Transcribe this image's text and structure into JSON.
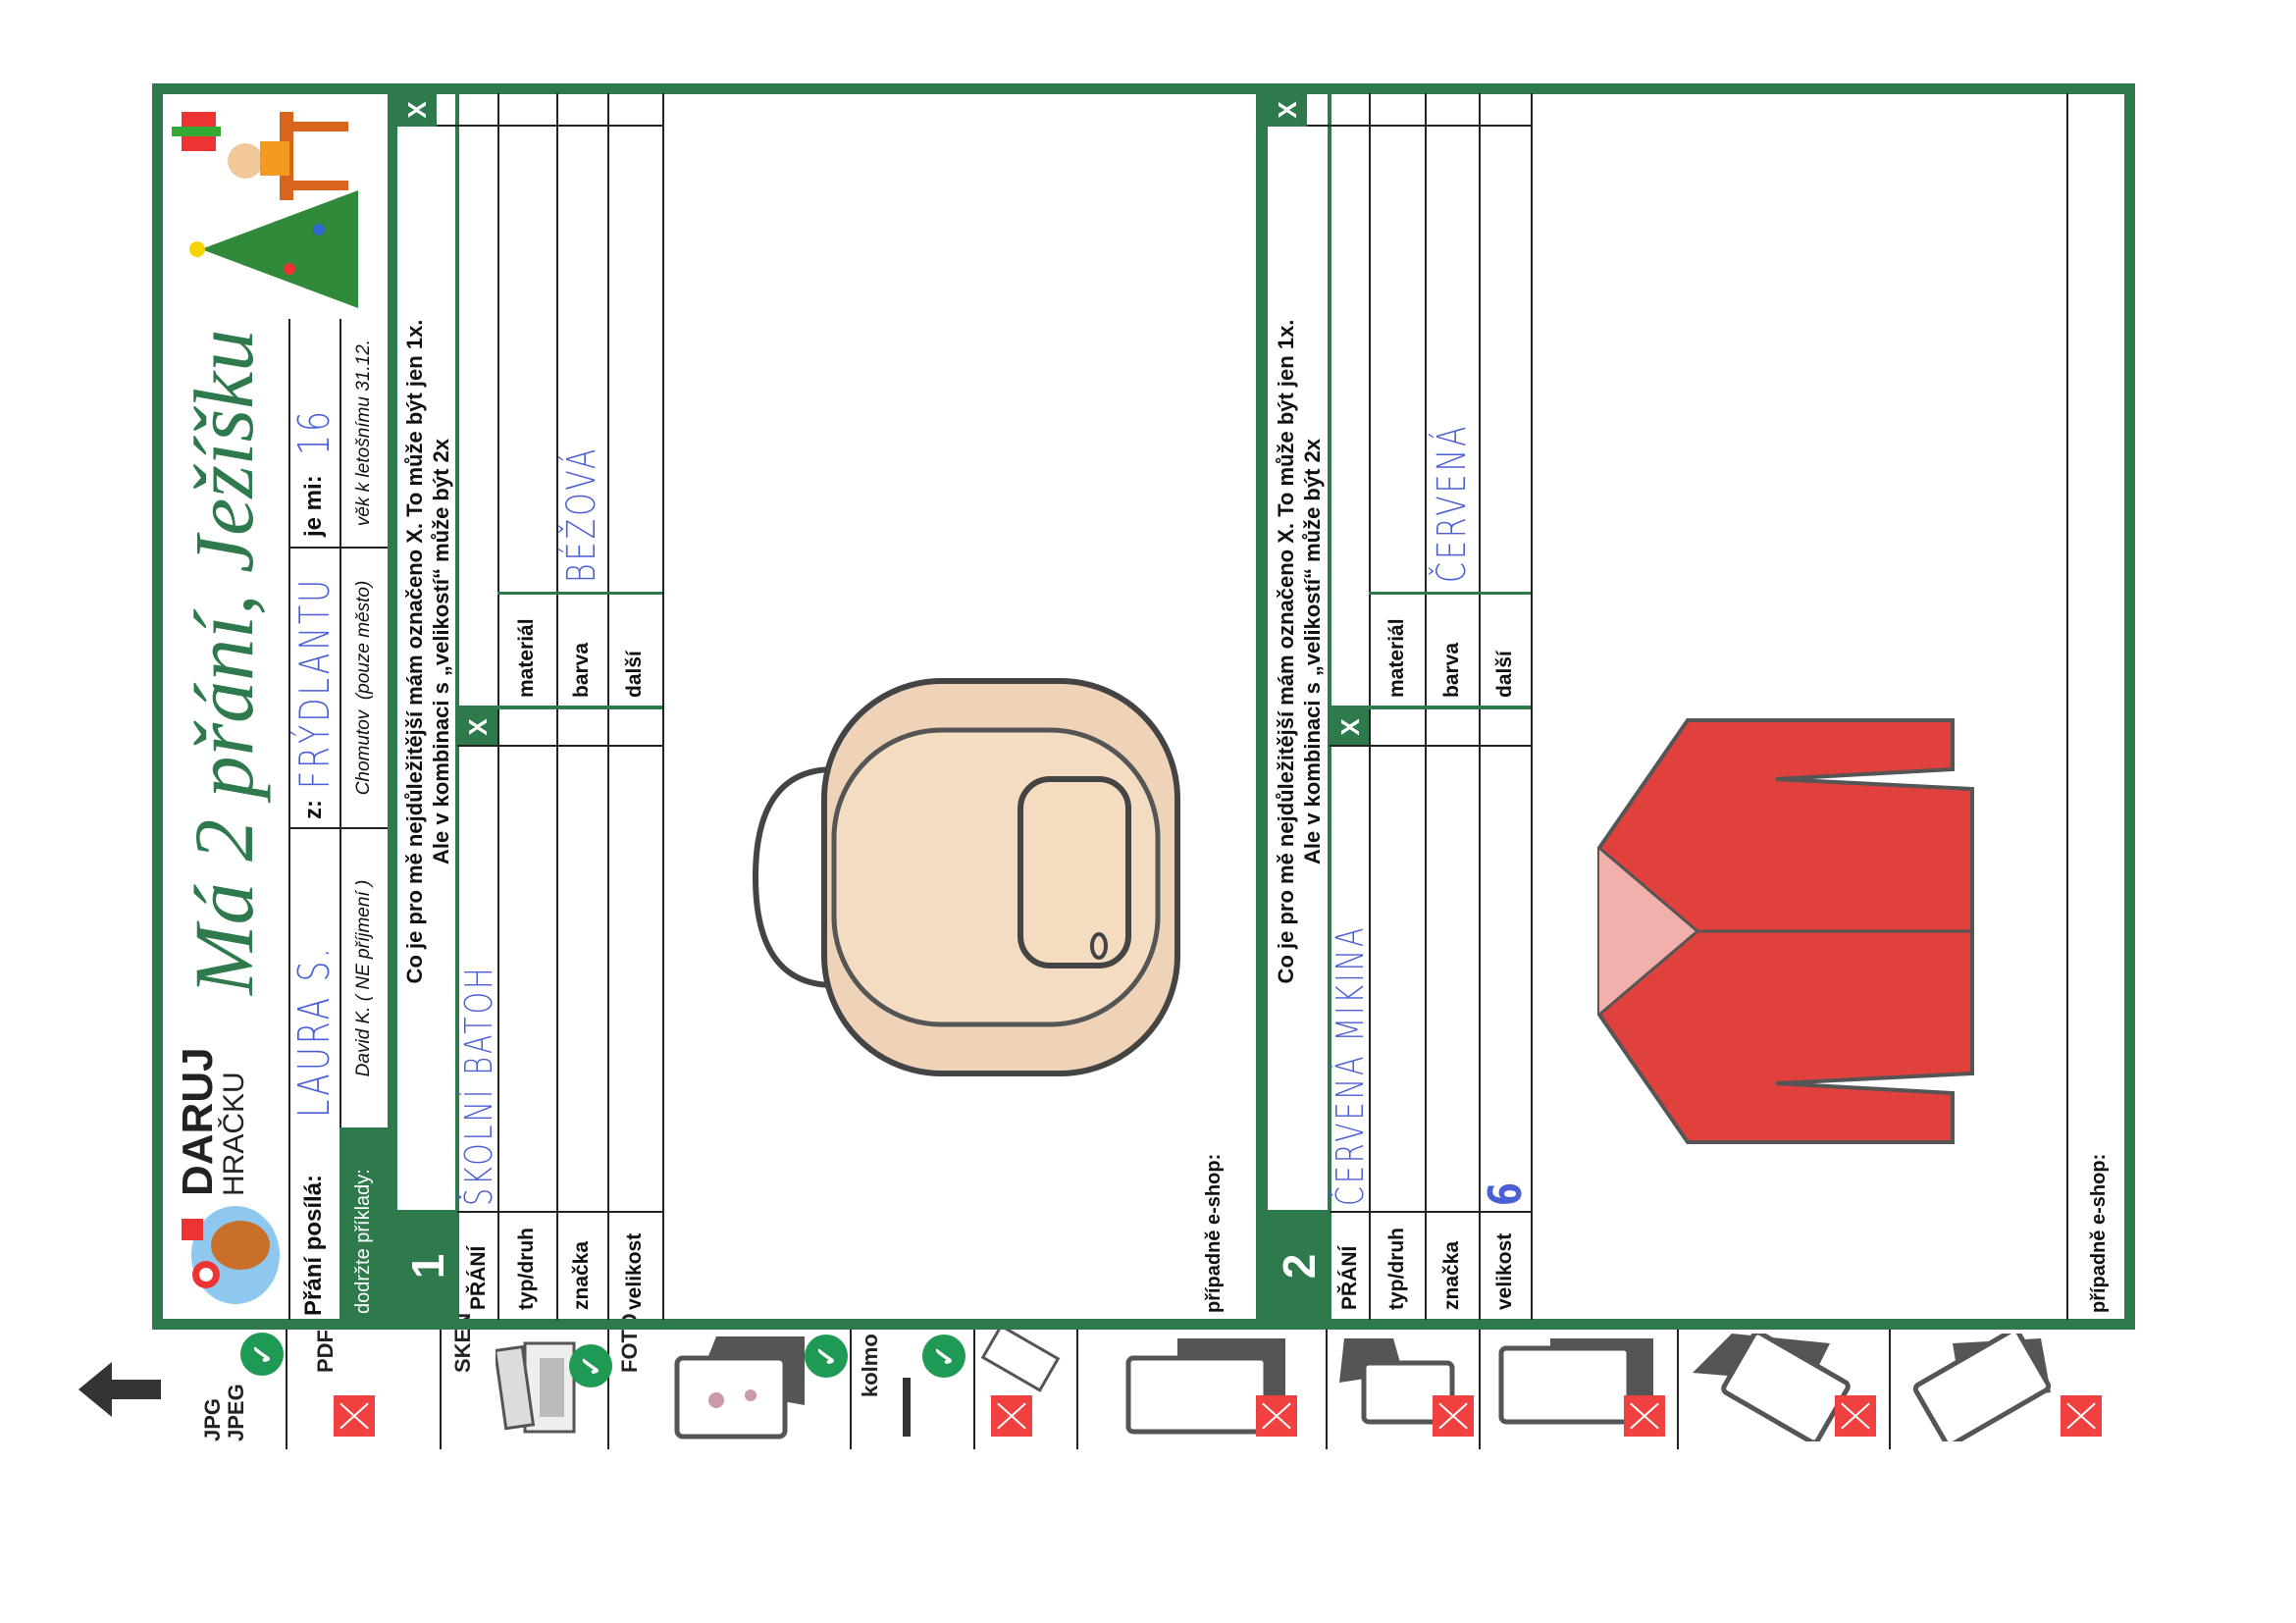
{
  "logo": {
    "line1": "DARUJ",
    "line2": "HRAČKU"
  },
  "title": "Má 2 přání, Ježíšku",
  "sender_row": {
    "from_label": "Přání posílá:",
    "from_value": "LAURA S.",
    "city_label": "z:",
    "city_value": "FRÝDLANTU",
    "age_label": "je mi:",
    "age_value": "16"
  },
  "examples_row": {
    "label": "dodržte příklady:",
    "name_example": "David K. ( NE příjmení )",
    "city_example": "Chomutov  (pouze město)",
    "age_example": "věk k letošnímu 31.12."
  },
  "instruction": {
    "line1": "Co je pro mě nejdůležitější mám označeno X.  To může být jen 1x.",
    "line2": "Ale v kombinaci s „velikostí“ může být 2x"
  },
  "labels": {
    "wish": "PŘÁNÍ",
    "type": "typ/druh",
    "brand": "značka",
    "size": "velikost",
    "material": "materiál",
    "color": "barva",
    "other": "další",
    "mark": "X",
    "eshop": "případně e-shop:"
  },
  "wishes": [
    {
      "number": "1",
      "wish": "ŠKOLNÍ BATOH",
      "type": "",
      "brand": "",
      "size": "",
      "material": "",
      "color": "BÉŽOVÁ",
      "other": ""
    },
    {
      "number": "2",
      "wish": "ČERVENÁ MIKINA",
      "type": "",
      "brand": "",
      "size": "6",
      "material": "",
      "color": "ČERVENÁ",
      "other": ""
    }
  ],
  "format_strip": {
    "formats": [
      "JPG",
      "JPEG"
    ],
    "pdf": "PDF",
    "scan": "SKEN",
    "photo": "FOTO",
    "perpendicular": "kolmo"
  },
  "colors": {
    "frame_green": "#2e7a4c",
    "ink_blue": "#4a5ed6",
    "ok_green": "#1f9a55",
    "bad_red": "#f04040"
  }
}
